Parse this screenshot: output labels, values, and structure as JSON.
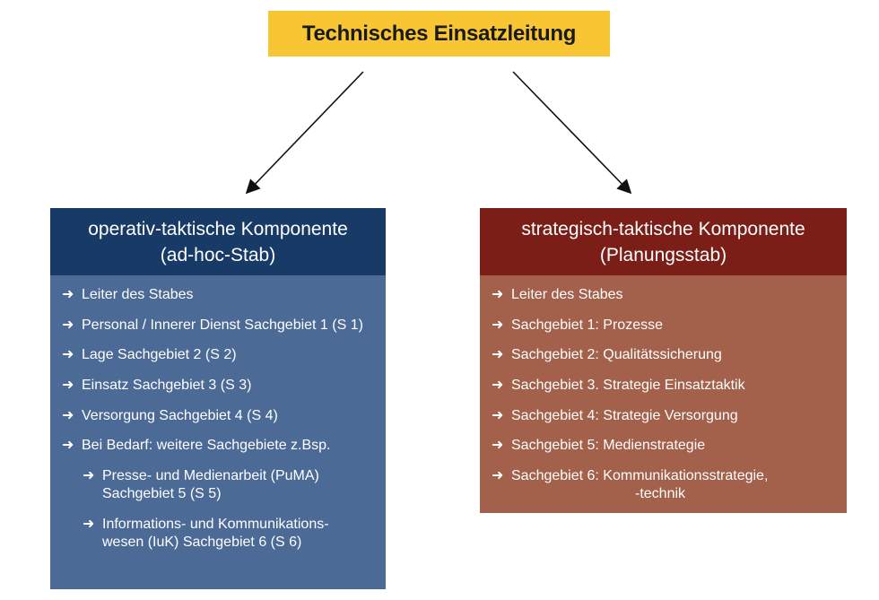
{
  "title": "Technisches Einsatzleitung",
  "arrow_glyph": "➜",
  "left": {
    "heading_1": "operativ-taktische Komponente",
    "heading_2": "(ad-hoc-Stab)",
    "items": [
      "Leiter des Stabes",
      "Personal / Innerer Dienst Sachgebiet 1 (S 1)",
      "Lage Sachgebiet 2 (S 2)",
      "Einsatz Sachgebiet 3 (S 3)",
      "Versorgung Sachgebiet 4 (S 4)",
      "Bei Bedarf: weitere Sachgebiete z.Bsp."
    ],
    "subitems": [
      {
        "line1": "Presse- und Medienarbeit (PuMA)",
        "line2": "Sachgebiet 5 (S 5)"
      },
      {
        "line1": "Informations- und Kommunikations-",
        "line2": "wesen (IuK) Sachgebiet 6 (S 6)"
      }
    ]
  },
  "right": {
    "heading_1": "strategisch-taktische Komponente",
    "heading_2": "(Planungsstab)",
    "items": [
      "Leiter des Stabes",
      "Sachgebiet 1: Prozesse",
      "Sachgebiet 2: Qualitätssicherung",
      "Sachgebiet 3. Strategie Einsatztaktik",
      "Sachgebiet 4: Strategie Versorgung",
      "Sachgebiet 5: Medienstrategie",
      "Sachgebiet 6: Kommunikationsstrategie,"
    ],
    "last_item_cont": "-technik"
  }
}
